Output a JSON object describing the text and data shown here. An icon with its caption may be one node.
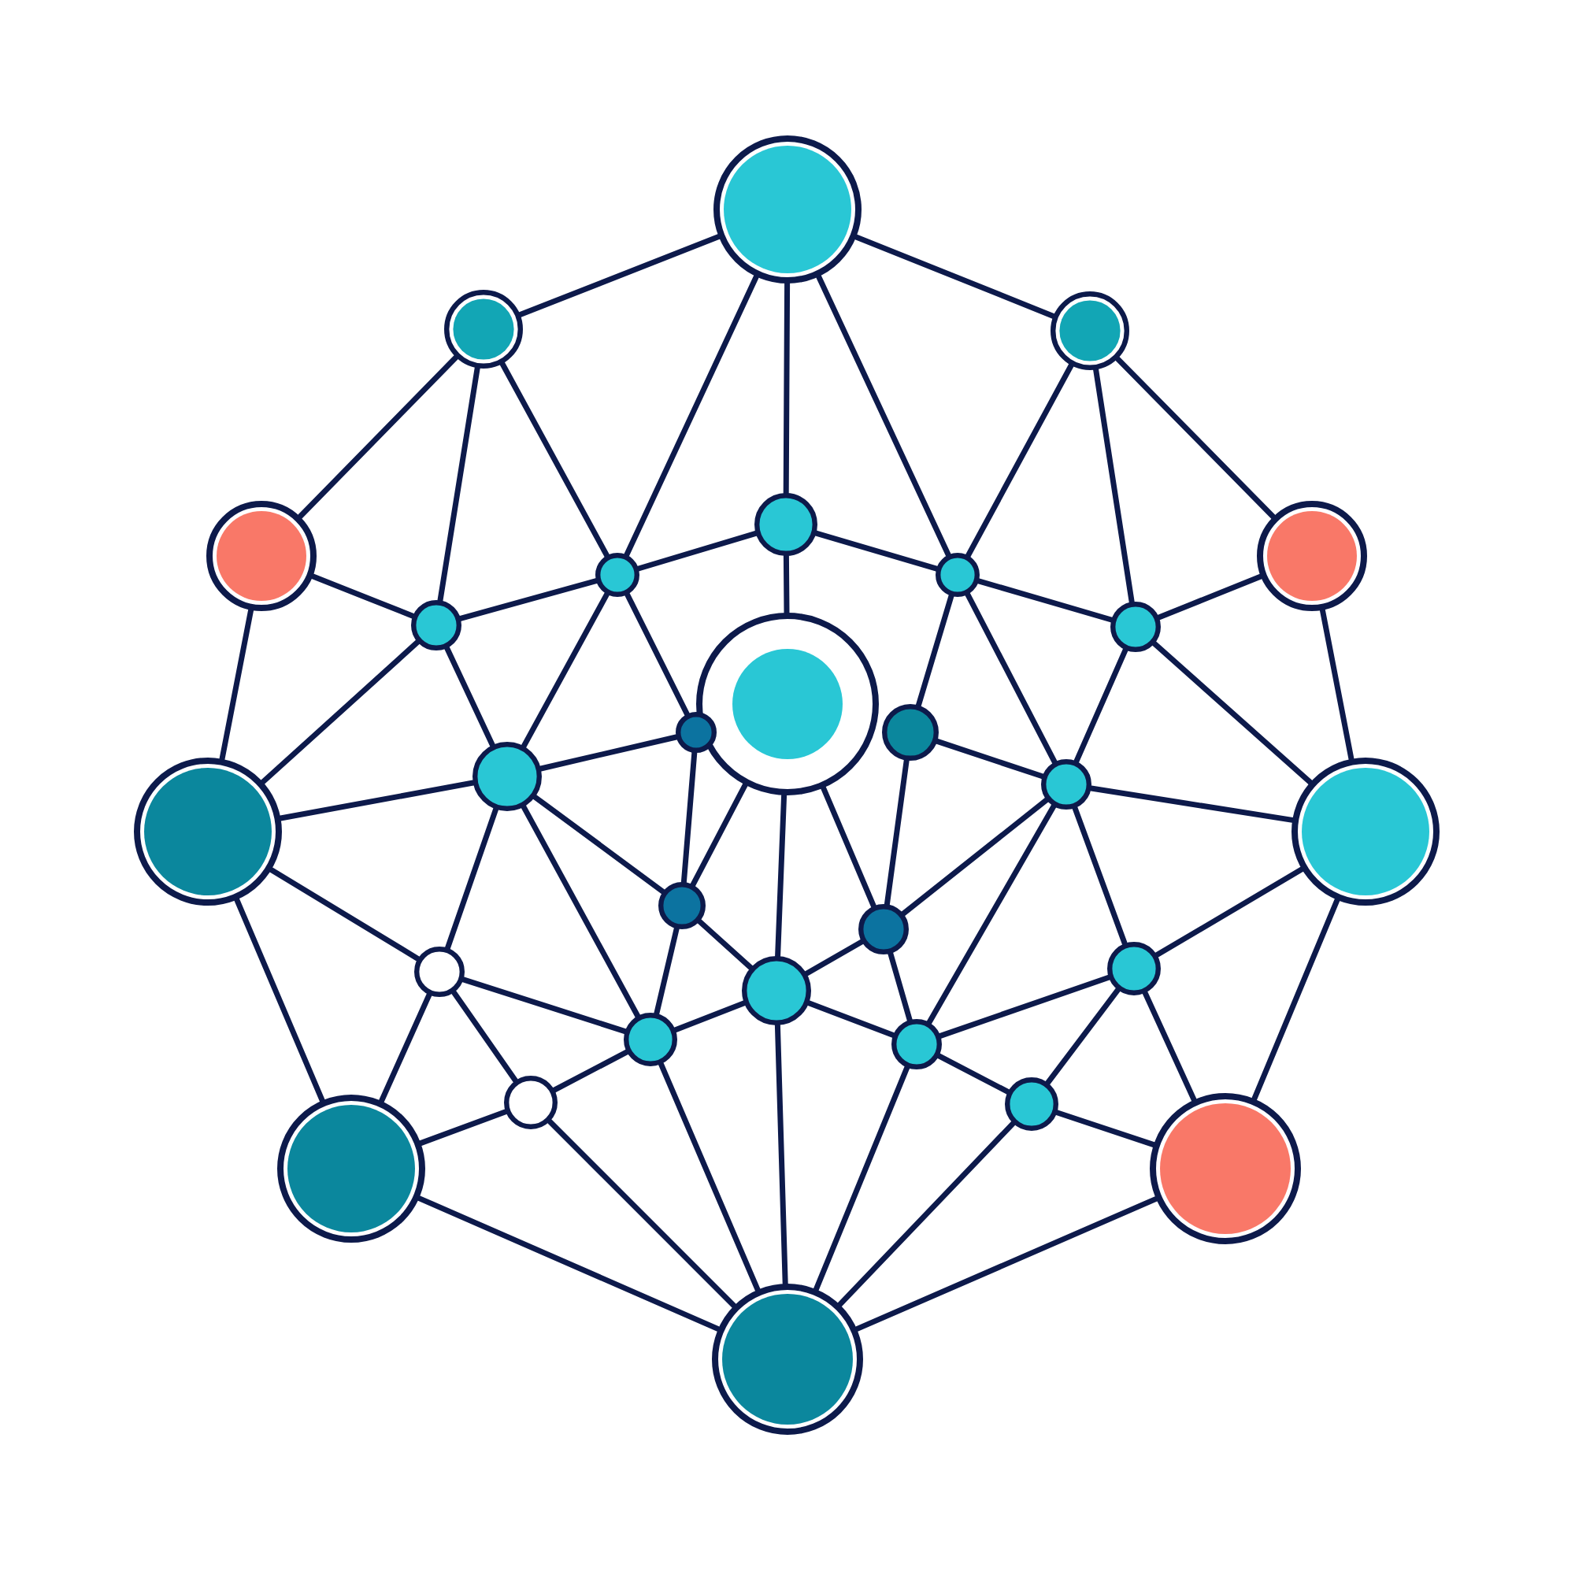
{
  "diagram": {
    "nodes": [
      {
        "text": [],
        "shape": "circle"
      },
      {
        "text": [],
        "shape": "circle"
      },
      {
        "text": [],
        "shape": "circle"
      },
      {
        "text": [],
        "shape": "circle"
      },
      {
        "text": [],
        "shape": "circle"
      },
      {
        "text": [],
        "shape": "circle"
      },
      {
        "text": [],
        "shape": "circle"
      },
      {
        "text": [],
        "shape": "circle"
      },
      {
        "text": [],
        "shape": "circle"
      },
      {
        "text": [],
        "shape": "circle"
      },
      {
        "text": [],
        "shape": "circle"
      },
      {
        "text": [],
        "shape": "circle"
      },
      {
        "text": [],
        "shape": "circle"
      },
      {
        "text": [],
        "shape": "circle"
      },
      {
        "text": [],
        "shape": "circle"
      },
      {
        "text": [],
        "shape": "circle"
      },
      {
        "text": [],
        "shape": "circle"
      },
      {
        "text": [],
        "shape": "circle"
      },
      {
        "text": [],
        "shape": "circle"
      },
      {
        "text": [],
        "shape": "circle"
      },
      {
        "text": [],
        "shape": "circle"
      },
      {
        "text": [],
        "shape": "circle"
      },
      {
        "text": [],
        "shape": "circle"
      },
      {
        "text": [],
        "shape": "circle"
      },
      {
        "text": [],
        "shape": "circle"
      },
      {
        "text": [],
        "shape": "circle"
      },
      {
        "text": [],
        "shape": "circle"
      },
      {
        "text": [],
        "shape": "circle"
      },
      {
        "text": [],
        "shape": "circle"
      }
    ],
    "edges": [
      {
        "from": 0,
        "to": 1,
        "arrow": "none"
      },
      {
        "from": 0,
        "to": 2,
        "arrow": "none"
      },
      {
        "from": 0,
        "to": 3,
        "arrow": "none"
      },
      {
        "from": 0,
        "to": 6,
        "arrow": "none"
      },
      {
        "from": 0,
        "to": 7,
        "arrow": "none"
      },
      {
        "from": 1,
        "to": 4,
        "arrow": "none"
      },
      {
        "from": 1,
        "to": 8,
        "arrow": "none"
      },
      {
        "from": 1,
        "to": 6,
        "arrow": "none"
      },
      {
        "from": 2,
        "to": 5,
        "arrow": "none"
      },
      {
        "from": 2,
        "to": 9,
        "arrow": "none"
      },
      {
        "from": 2,
        "to": 7,
        "arrow": "none"
      },
      {
        "from": 3,
        "to": 6,
        "arrow": "none"
      },
      {
        "from": 3,
        "to": 7,
        "arrow": "none"
      },
      {
        "from": 3,
        "to": 10,
        "arrow": "none"
      },
      {
        "from": 4,
        "to": 8,
        "arrow": "none"
      },
      {
        "from": 4,
        "to": 15,
        "arrow": "none"
      },
      {
        "from": 5,
        "to": 9,
        "arrow": "none"
      },
      {
        "from": 5,
        "to": 16,
        "arrow": "none"
      },
      {
        "from": 6,
        "to": 8,
        "arrow": "none"
      },
      {
        "from": 6,
        "to": 13,
        "arrow": "none"
      },
      {
        "from": 6,
        "to": 11,
        "arrow": "none"
      },
      {
        "from": 7,
        "to": 9,
        "arrow": "none"
      },
      {
        "from": 7,
        "to": 12,
        "arrow": "none"
      },
      {
        "from": 7,
        "to": 14,
        "arrow": "none"
      },
      {
        "from": 8,
        "to": 13,
        "arrow": "none"
      },
      {
        "from": 8,
        "to": 15,
        "arrow": "none"
      },
      {
        "from": 9,
        "to": 14,
        "arrow": "none"
      },
      {
        "from": 9,
        "to": 16,
        "arrow": "none"
      },
      {
        "from": 10,
        "to": 17,
        "arrow": "none"
      },
      {
        "from": 10,
        "to": 21,
        "arrow": "none"
      },
      {
        "from": 10,
        "to": 18,
        "arrow": "none"
      },
      {
        "from": 11,
        "to": 13,
        "arrow": "none"
      },
      {
        "from": 11,
        "to": 17,
        "arrow": "none"
      },
      {
        "from": 12,
        "to": 14,
        "arrow": "none"
      },
      {
        "from": 12,
        "to": 18,
        "arrow": "none"
      },
      {
        "from": 13,
        "to": 15,
        "arrow": "none"
      },
      {
        "from": 13,
        "to": 19,
        "arrow": "none"
      },
      {
        "from": 13,
        "to": 17,
        "arrow": "none"
      },
      {
        "from": 13,
        "to": 22,
        "arrow": "none"
      },
      {
        "from": 14,
        "to": 16,
        "arrow": "none"
      },
      {
        "from": 14,
        "to": 18,
        "arrow": "none"
      },
      {
        "from": 14,
        "to": 23,
        "arrow": "none"
      },
      {
        "from": 14,
        "to": 20,
        "arrow": "none"
      },
      {
        "from": 15,
        "to": 19,
        "arrow": "none"
      },
      {
        "from": 15,
        "to": 26,
        "arrow": "none"
      },
      {
        "from": 16,
        "to": 20,
        "arrow": "none"
      },
      {
        "from": 16,
        "to": 27,
        "arrow": "none"
      },
      {
        "from": 17,
        "to": 21,
        "arrow": "none"
      },
      {
        "from": 17,
        "to": 22,
        "arrow": "none"
      },
      {
        "from": 18,
        "to": 21,
        "arrow": "none"
      },
      {
        "from": 18,
        "to": 23,
        "arrow": "none"
      },
      {
        "from": 19,
        "to": 22,
        "arrow": "none"
      },
      {
        "from": 19,
        "to": 24,
        "arrow": "none"
      },
      {
        "from": 19,
        "to": 26,
        "arrow": "none"
      },
      {
        "from": 20,
        "to": 23,
        "arrow": "none"
      },
      {
        "from": 20,
        "to": 25,
        "arrow": "none"
      },
      {
        "from": 20,
        "to": 27,
        "arrow": "none"
      },
      {
        "from": 21,
        "to": 22,
        "arrow": "none"
      },
      {
        "from": 21,
        "to": 23,
        "arrow": "none"
      },
      {
        "from": 21,
        "to": 28,
        "arrow": "none"
      },
      {
        "from": 22,
        "to": 24,
        "arrow": "none"
      },
      {
        "from": 22,
        "to": 28,
        "arrow": "none"
      },
      {
        "from": 23,
        "to": 25,
        "arrow": "none"
      },
      {
        "from": 23,
        "to": 28,
        "arrow": "none"
      },
      {
        "from": 24,
        "to": 26,
        "arrow": "none"
      },
      {
        "from": 24,
        "to": 28,
        "arrow": "none"
      },
      {
        "from": 25,
        "to": 27,
        "arrow": "none"
      },
      {
        "from": 25,
        "to": 28,
        "arrow": "none"
      },
      {
        "from": 26,
        "to": 28,
        "arrow": "none"
      },
      {
        "from": 27,
        "to": 28,
        "arrow": "none"
      }
    ]
  }
}
